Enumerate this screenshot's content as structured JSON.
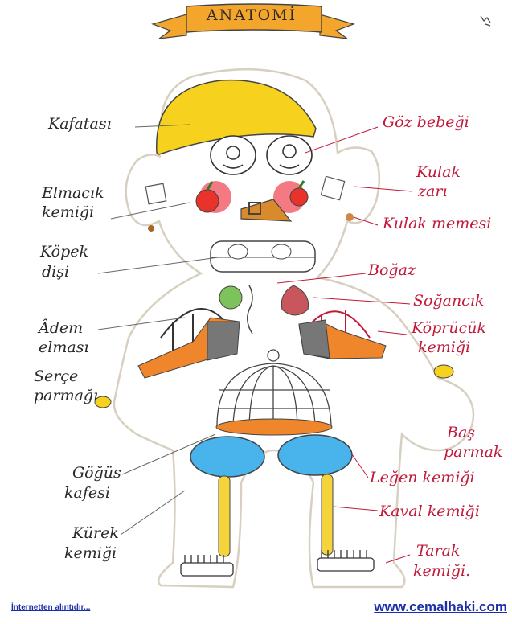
{
  "title": "ANATOMİ",
  "labels_left": {
    "kafatasi": "Kafatası",
    "elmacik": [
      "Elmacık",
      "kemiği"
    ],
    "kopek": [
      "Köpek",
      "dişi"
    ],
    "adem": [
      "Âdem",
      "elması"
    ],
    "serce": [
      "Serçe",
      "parmağı"
    ],
    "gogus": [
      "Göğüs",
      "kafesi"
    ],
    "kurek": [
      "Kürek",
      "kemiği"
    ]
  },
  "labels_right": {
    "goz": "Göz bebeği",
    "kulak_zari": [
      "Kulak",
      "zarı"
    ],
    "kulak_memesi": "Kulak memesi",
    "bogaz": "Boğaz",
    "sogancik": "Soğancık",
    "kopruck": [
      "Köprücük",
      "kemiği"
    ],
    "bas_parmak": [
      "Baş",
      "parmak"
    ],
    "legen": "Leğen kemiği",
    "kaval": "Kaval kemiği",
    "tarak": [
      "Tarak",
      "kemiği."
    ]
  },
  "footer": {
    "source": "İnternetten alıntıdır...",
    "site": "www.cemalhaki.com"
  },
  "colors": {
    "banner": "#f4a52c",
    "helmet": "#f6d11e",
    "apple": "#e8322a",
    "cheek": "#ef4e5a",
    "basin": "#49b3ec",
    "belt": "#d98a2b",
    "onion": "#c8575d",
    "skin_line": "#d7d0c0",
    "red_ink": "#c21a3a",
    "link": "#1a2ea8"
  }
}
